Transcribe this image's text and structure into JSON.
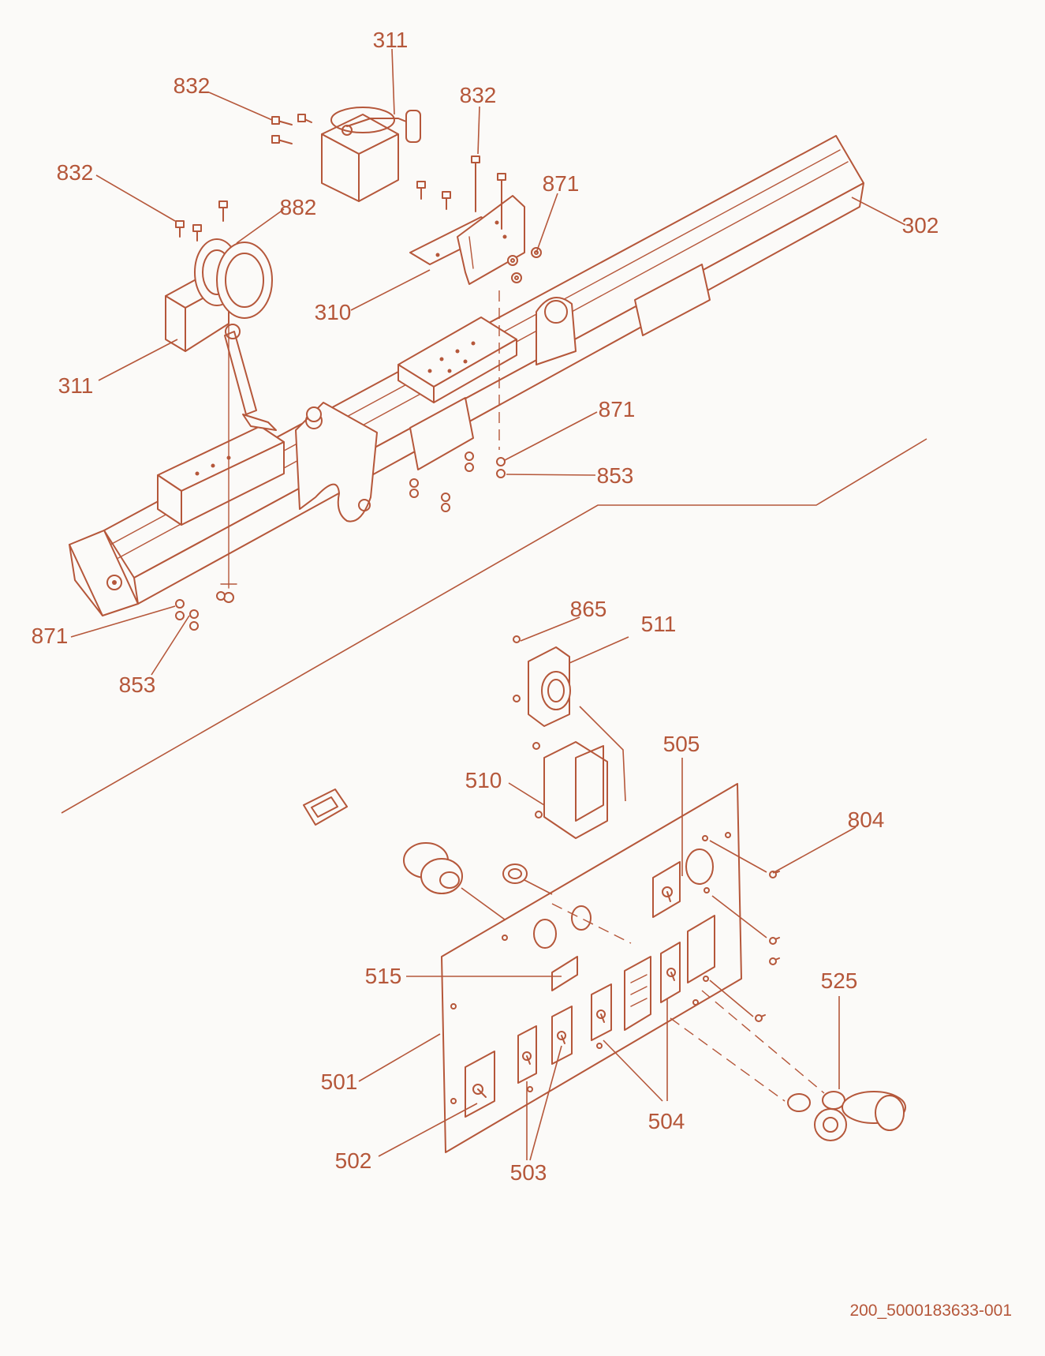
{
  "document_id": "200_5000183633-001",
  "colors": {
    "line": "#b5573a",
    "background": "#fbfaf8"
  },
  "callouts": {
    "c311_top": "311",
    "c832_top": "832",
    "c832_mid": "832",
    "c832_left": "832",
    "c882": "882",
    "c871_top": "871",
    "c302": "302",
    "c310": "310",
    "c311_left": "311",
    "c871_mid": "871",
    "c853_mid": "853",
    "c871_left": "871",
    "c853_left": "853",
    "c865": "865",
    "c511": "511",
    "c505": "505",
    "c510": "510",
    "c804": "804",
    "c515": "515",
    "c525": "525",
    "c501": "501",
    "c504": "504",
    "c502": "502",
    "c503": "503"
  }
}
